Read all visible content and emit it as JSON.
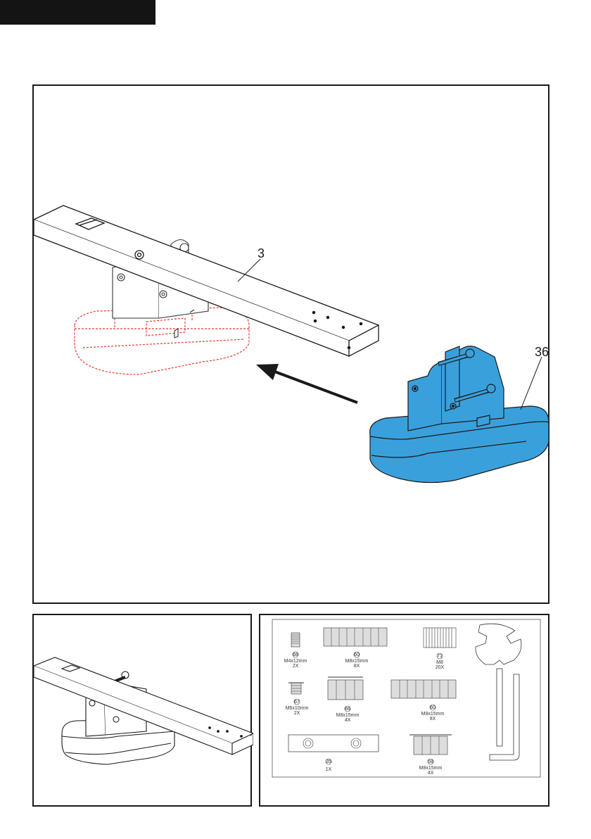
{
  "callouts": {
    "part_bar": "3",
    "part_foot": "36"
  },
  "colors": {
    "foot_blue": "#3aa0dc",
    "ghost_red": "#e8392a",
    "ink": "#1a1a1a"
  },
  "hardware": [
    {
      "num": "68",
      "size": "M4x12mm",
      "qty": "2X"
    },
    {
      "num": "60",
      "size": "M8x15mm",
      "qty": "8X"
    },
    {
      "num": "71",
      "size": "M8",
      "qty": "20X"
    },
    {
      "num": "67",
      "size": "M6x10mm",
      "qty": "2X"
    },
    {
      "num": "66",
      "size": "M8x15mm",
      "qty": "4X"
    },
    {
      "num": "60",
      "size": "M8x15mm",
      "qty": "8X"
    },
    {
      "num": "35",
      "size": "",
      "qty": "1X"
    },
    {
      "num": "58",
      "size": "M8x15mm",
      "qty": "4X"
    }
  ],
  "icons": {
    "arrow": "direction-arrow-icon",
    "wrench": "wrench-icon",
    "hex_key": "hex-key-icon"
  }
}
